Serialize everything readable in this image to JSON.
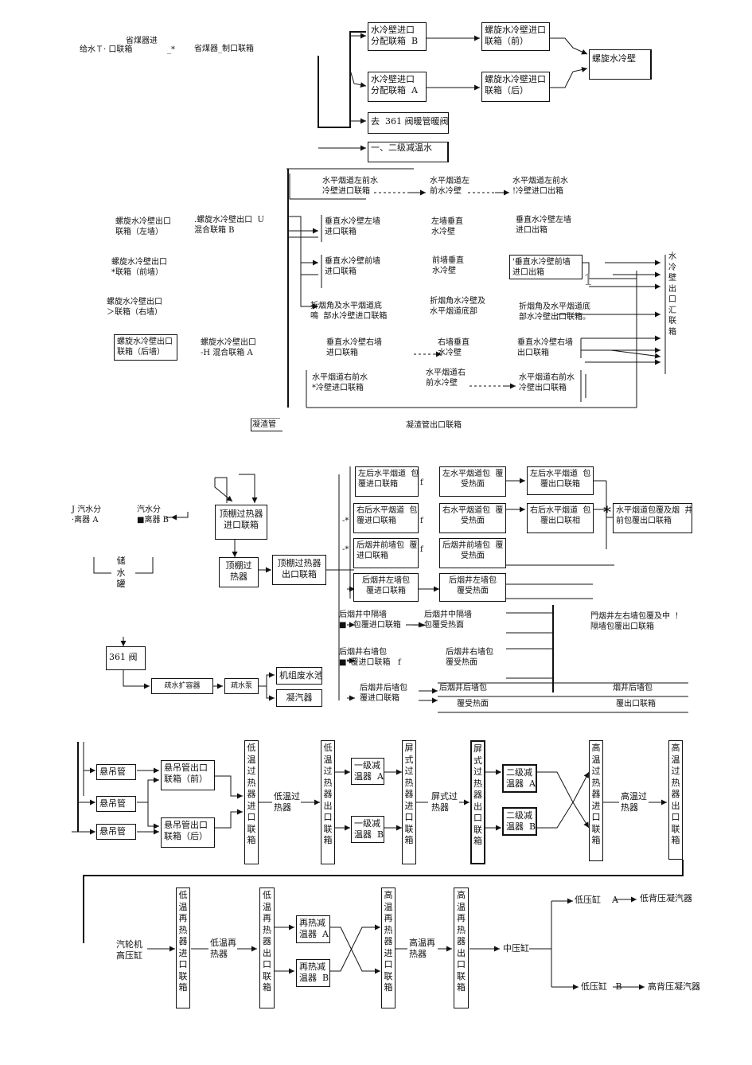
{
  "econ": {
    "l1": "省煤器进",
    "l2": "给水Ｔ· 口联箱",
    "l3": "_*",
    "l4": "省煤器_制口联箱"
  },
  "top": {
    "waterB": "水冷壁进口\n分配联箱  B",
    "waterA": "水冷壁进口\n分配联箱  A",
    "spiralFront": "螺旋水冷壁进口\n联箱（前）",
    "spiralRear": "螺旋水冷壁进口\n联箱（后）",
    "spiral": "螺旋水冷壁",
    "to361": "去  361 阀暖管暖阀",
    "desup12": "一、二级减温水"
  },
  "mid": {
    "hfLeftFront": "水平烟道左前水\n冷壁进口联箱",
    "hfLeftFrontWall": "水平烟道左\n前水冷壁",
    "hfLeftFrontOut": "水平烟道左前水\n!冷壁进口出箱",
    "outL": "螺旋水冷壁出口\n联箱（左墙）",
    "mixB": ".螺旋水冷壁出口  U\n混合联箱 B",
    "vertLeftIn": "垂直水冷壁左墙\n进口联箱",
    "leftVert": "左墙垂直\n水冷壁",
    "vertLeftOut": "垂直水冷壁左墙\n进口出箱",
    "outF": "螺旋水冷壁出口\n*联箱（前墙）",
    "vertFrontIn": "垂直水冷壁前墙\n进口联箱",
    "frontVert": "前墙垂直\n水冷壁",
    "vertFrontOut": "'垂直水冷壁前墙\n进口出箱",
    "outR": "螺旋水冷壁出口\n＞联箱（右墙）",
    "bentIn": "折烟角及水平烟道底\n鳴  部水冷壁进口联箱",
    "bentWall": "折烟角水冷壁及\n水平烟道底部",
    "bentOut": "折烟角及水平烟道底\n部水冷壁出口联箱。",
    "outRear": "螺旋水冷壁出口\n联箱（后墙）",
    "mixA": "螺旋水冷壁出口\n-H 混合联箱 A",
    "vertRightIn": "垂直水冷壁右墙\n进口联箱",
    "rightVert": "右墙垂直\n水冷壁",
    "vertRightOut": "垂直水冷壁右墙\n出口联箱",
    "hfRightFront": "水平烟道右前水\n*冷壁进口联箱",
    "hfRightFrontWall": "水平烟道右\n前水冷壁",
    "hfRightFrontOut": "水平烟道右前水\n冷壁出口联箱",
    "slag": "凝渣管",
    "slagOut": "凝渣管出口联箱",
    "collector": "水冷壁出口汇联箱",
    "one": "1"
  },
  "lower": {
    "sepA": "J 汽水分\n·离器 A",
    "sepB": "汽水分\n■离器 B",
    "tank": "储水罐",
    "roofIn": "顶棚过热器\n进口联箱",
    "roofSH": "顶棚过\n热器",
    "roofOut": "顶棚过热器\n出口联箱",
    "rlhIn": "左后水平烟道  包\n覆进口联箱",
    "rlhWall": "左水平烟道包  覆\n受热面",
    "rlhOut": "左后水平烟道  包\n覆出口联箱",
    "rrhIn": "右后水平烟道  包\n覆进口联箱",
    "rrhWall": "右水平烟道包  覆\n受热面",
    "rrhOut": "右后水平烟道  包\n覆出口联相",
    "hfOut": "水平烟道包覆及烟  井\n前包覆出口联箱",
    "shfIn": "后烟井前墙包  覆\n进口联箱",
    "shfWall": "后烟井前墙包  覆\n受热面",
    "shlIn": "后烟井左墙包\n覆进口联箱",
    "shlWall": "后烟井左墙包\n覆受热面",
    "shmIn": "后烟井中隔墙\n■+包覆进口联箱",
    "shmWall": "后烟井中隔墙\n包覆受热面",
    "shmArrow": "—►",
    "shlrOut": "門烟井左右墙包覆及中  !\n隔墙包覆出口联箱",
    "shrIn": "后烟井右墙包\n■*覆进口联箱   f",
    "shrWall": "后烟井右墙包\n覆受热面",
    "shbIn": "后烟井后墙包\n覆进口联箱",
    "shbWall": "后烟井后墙包",
    "shbWall2": "覆受热面",
    "shbOut": "烟井后墙包",
    "shbOut2": "覆出口联箱",
    "v361": "361 阀",
    "drainExp": "疏水扩容器",
    "drainPump": "疏水泵",
    "wasteTank": "机组废水池",
    "condenser": "凝汽器",
    "f": "f",
    "dot": "-*",
    "star": "*"
  },
  "sh": {
    "hanger1": "悬吊管",
    "hanger2": "悬吊管",
    "hanger3": "悬吊管",
    "hangerOutF": "悬吊管出口\n联箱（前）",
    "hangerOutR": "悬吊管出口\n联箱（后）",
    "ltshIn": "低温过热器进口联箱",
    "ltsh": "低温过\n热器",
    "ltshOut": "低温过热器出口联箱",
    "ds1A": "一级减\n温器  A",
    "ds1B": "一级减\n温器  B",
    "platenIn": "屏式过热器进口联箱",
    "platen": "屏式过\n热器",
    "platenOut": "屏式过热器出口联箱",
    "ds2A": "二级减\n温器  A",
    "ds2B": "二级减\n温器  B",
    "htshIn": "高温过热器进口联箱",
    "htsh": "高温过\n热器",
    "htshOut": "高温过热器出口联箱"
  },
  "rh": {
    "hp": "汽轮机\n高压缸",
    "ltrhIn": "低温再热器进口联箱",
    "ltrh": "低温再\n热器",
    "ltrhOut": "低温再热器出口联箱",
    "rhdsA": "再热减\n温器  A",
    "rhdsB": "再热减\n温器  B",
    "htrhIn": "高温再热器进口联箱",
    "htrh": "高温再\n热器",
    "htrhOut": "高温再热器出口联箱",
    "ip": "中压缸",
    "lpA": "低压缸    A",
    "lpCondA": "低背压凝汽器",
    "lpB": "低压缸   B",
    "hpCond": "高背压凝汽器"
  }
}
